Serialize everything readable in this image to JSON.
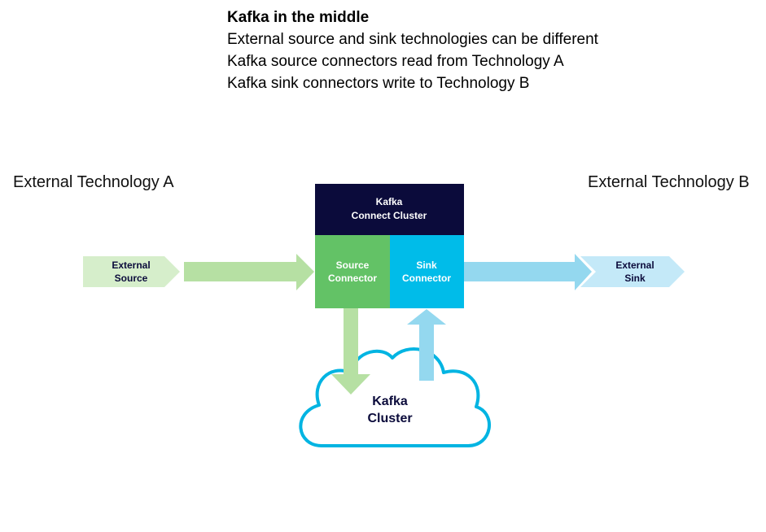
{
  "notes": {
    "title": "Kafka in the middle",
    "lines": [
      "External source and sink technologies can be different",
      "Kafka source connectors read from Technology A",
      "Kafka sink connectors write to Technology B"
    ]
  },
  "tech_a": "External Technology A",
  "tech_b": "External Technology B",
  "connect_cluster": {
    "line1": "Kafka",
    "line2": "Connect Cluster"
  },
  "source_connector": {
    "line1": "Source",
    "line2": "Connector"
  },
  "sink_connector": {
    "line1": "Sink",
    "line2": "Connector"
  },
  "external_source": {
    "line1": "External",
    "line2": "Source"
  },
  "external_sink": {
    "line1": "External",
    "line2": "Sink"
  },
  "kafka_cluster": {
    "line1": "Kafka",
    "line2": "Cluster"
  },
  "colors": {
    "connect_cluster": "#0b0b3b",
    "source": "#63c266",
    "sink": "#00bce9",
    "green_arrow": "#b6e0a3",
    "green_chevron": "#d6eecb",
    "blue_arrow": "#94d8ef",
    "blue_chevron": "#c4e9f8",
    "cloud_stroke": "#00b4e2",
    "dark_text": "#0b0b3b"
  }
}
